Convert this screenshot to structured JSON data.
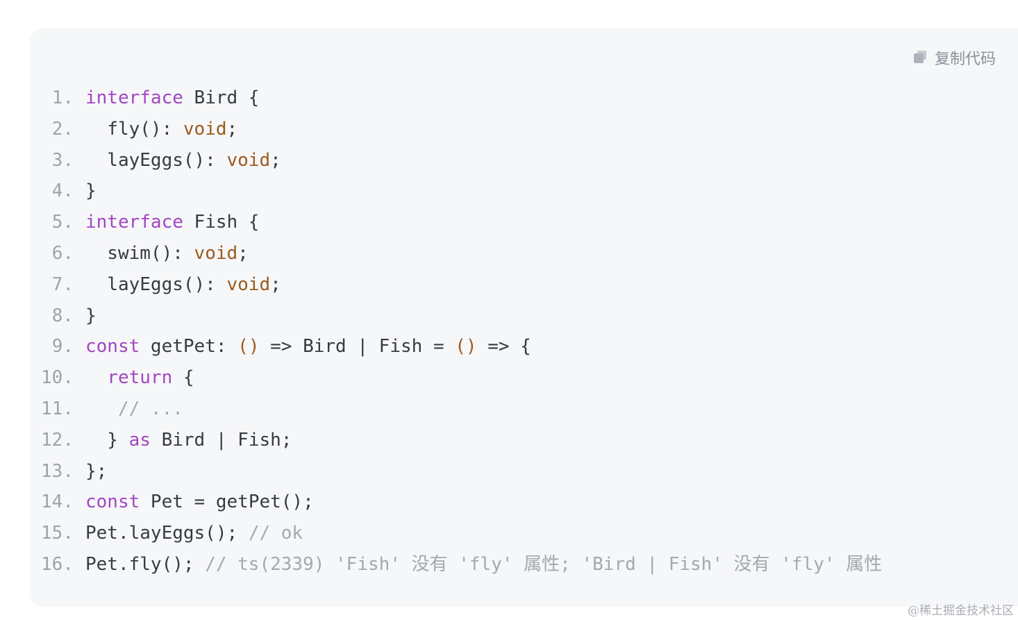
{
  "copy_button": {
    "icon": "copy-icon",
    "label": "复制代码"
  },
  "code_lines": [
    {
      "n": "1.",
      "tokens": [
        {
          "t": "interface",
          "c": "kw"
        },
        {
          "t": " Bird {",
          "c": ""
        }
      ]
    },
    {
      "n": "2.",
      "tokens": [
        {
          "t": "  fly(): ",
          "c": ""
        },
        {
          "t": "void",
          "c": "ty"
        },
        {
          "t": ";",
          "c": ""
        }
      ]
    },
    {
      "n": "3.",
      "tokens": [
        {
          "t": "  layEggs(): ",
          "c": ""
        },
        {
          "t": "void",
          "c": "ty"
        },
        {
          "t": ";",
          "c": ""
        }
      ]
    },
    {
      "n": "4.",
      "tokens": [
        {
          "t": "}",
          "c": ""
        }
      ]
    },
    {
      "n": "5.",
      "tokens": [
        {
          "t": "interface",
          "c": "kw"
        },
        {
          "t": " Fish {",
          "c": ""
        }
      ]
    },
    {
      "n": "6.",
      "tokens": [
        {
          "t": "  swim(): ",
          "c": ""
        },
        {
          "t": "void",
          "c": "ty"
        },
        {
          "t": ";",
          "c": ""
        }
      ]
    },
    {
      "n": "7.",
      "tokens": [
        {
          "t": "  layEggs(): ",
          "c": ""
        },
        {
          "t": "void",
          "c": "ty"
        },
        {
          "t": ";",
          "c": ""
        }
      ]
    },
    {
      "n": "8.",
      "tokens": [
        {
          "t": "}",
          "c": ""
        }
      ]
    },
    {
      "n": "9.",
      "tokens": [
        {
          "t": "const",
          "c": "kw"
        },
        {
          "t": " getPet: ",
          "c": ""
        },
        {
          "t": "()",
          "c": "pn"
        },
        {
          "t": " => Bird | Fish = ",
          "c": ""
        },
        {
          "t": "()",
          "c": "pn"
        },
        {
          "t": " => {",
          "c": ""
        }
      ]
    },
    {
      "n": "10.",
      "tokens": [
        {
          "t": "  ",
          "c": ""
        },
        {
          "t": "return",
          "c": "kw"
        },
        {
          "t": " {",
          "c": ""
        }
      ]
    },
    {
      "n": "11.",
      "tokens": [
        {
          "t": "   ",
          "c": ""
        },
        {
          "t": "// ...",
          "c": "cm"
        }
      ]
    },
    {
      "n": "12.",
      "tokens": [
        {
          "t": "  } ",
          "c": ""
        },
        {
          "t": "as",
          "c": "kw"
        },
        {
          "t": " Bird | Fish;",
          "c": ""
        }
      ]
    },
    {
      "n": "13.",
      "tokens": [
        {
          "t": "};",
          "c": ""
        }
      ]
    },
    {
      "n": "14.",
      "tokens": [
        {
          "t": "const",
          "c": "kw"
        },
        {
          "t": " Pet = getPet();",
          "c": ""
        }
      ]
    },
    {
      "n": "15.",
      "tokens": [
        {
          "t": "Pet.layEggs(); ",
          "c": ""
        },
        {
          "t": "// ok",
          "c": "cm"
        }
      ]
    },
    {
      "n": "16.",
      "tokens": [
        {
          "t": "Pet.fly(); ",
          "c": ""
        },
        {
          "t": "// ts(2339) 'Fish' 没有 'fly' 属性; 'Bird | Fish' 没有 'fly' 属性",
          "c": "cm"
        }
      ]
    }
  ],
  "colors": {
    "keyword": "#a246c2",
    "type": "#9c5a1e",
    "comment": "#a3a8b0",
    "text": "#383a42",
    "line_number": "#9ea3ab",
    "background": "#f6f7f9"
  },
  "watermark": "@稀土掘金技术社区"
}
